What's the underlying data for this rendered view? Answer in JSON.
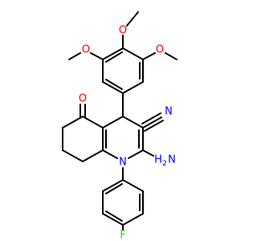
{
  "colors": {
    "carbon": "#000000",
    "oxygen": "#ff0000",
    "nitrogen": "#0000ff",
    "fluorine": "#33cc33",
    "background": "#ffffff"
  },
  "atoms": {
    "o_top": "O",
    "o_left": "O",
    "o_right": "O",
    "o_ketone": "O",
    "n_nitrile": "N",
    "n_ring": "N",
    "nh2_h": "H",
    "nh2_sub": "2",
    "nh2_n": "N",
    "f": "F"
  }
}
